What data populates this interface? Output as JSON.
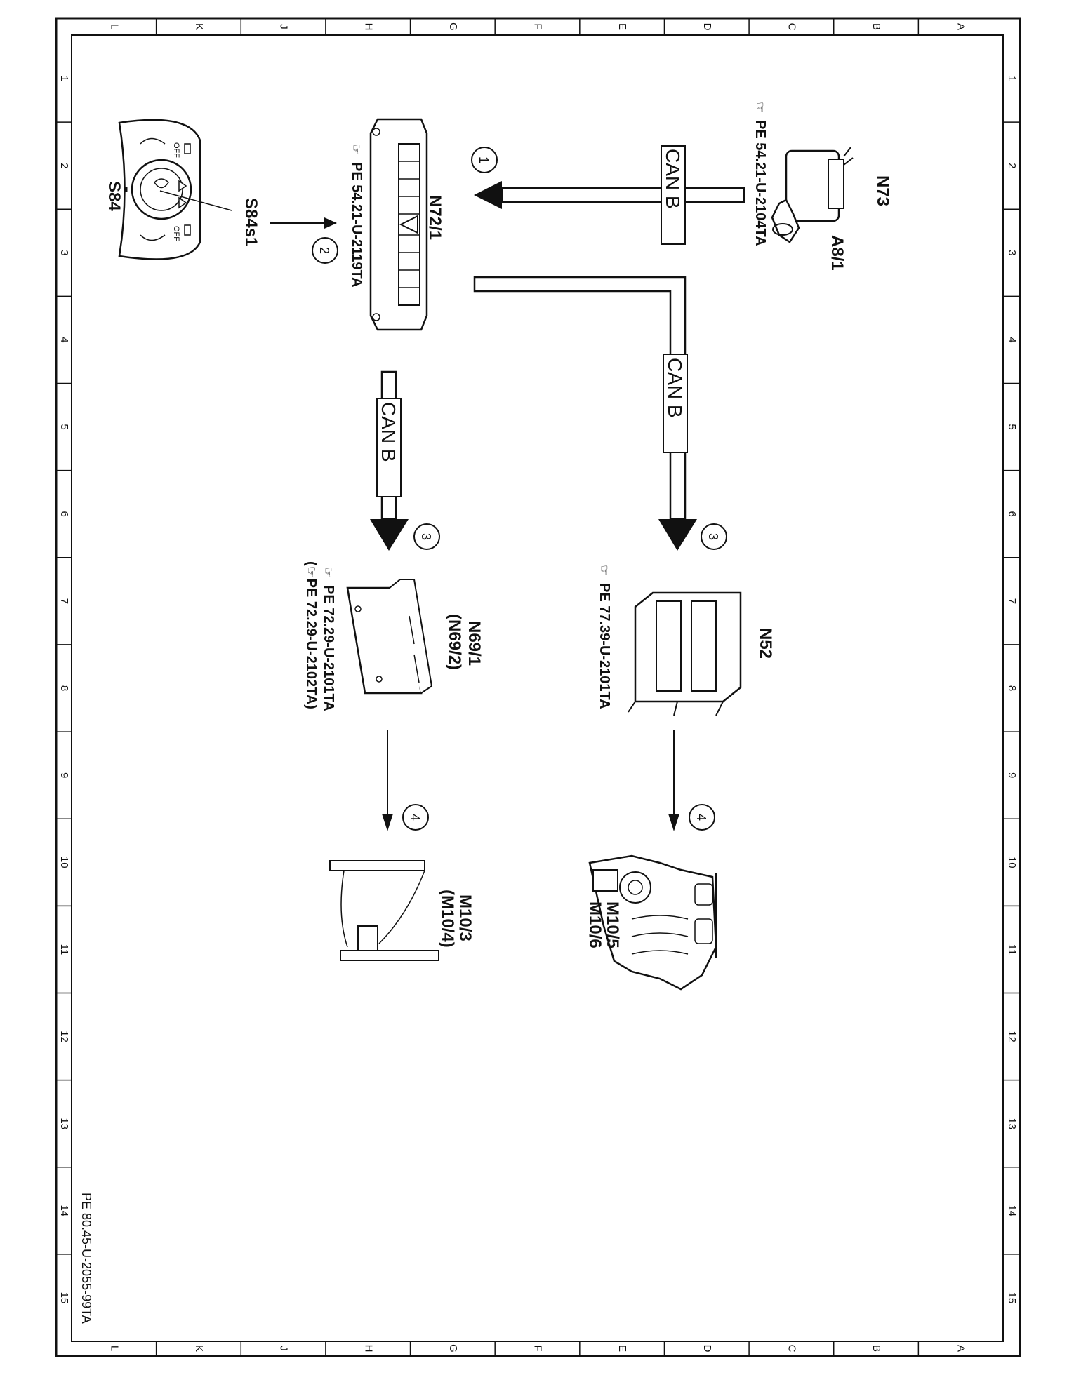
{
  "frame": {
    "column_letters": [
      "L",
      "K",
      "J",
      "H",
      "G",
      "F",
      "E",
      "D",
      "C",
      "B",
      "A"
    ],
    "row_numbers": [
      "1",
      "2",
      "3",
      "4",
      "5",
      "6",
      "7",
      "8",
      "9",
      "10",
      "11",
      "12",
      "13",
      "14",
      "15"
    ],
    "doc_code": "PE 80.45-U-2055-99TA"
  },
  "components": {
    "n73": {
      "label": "N73"
    },
    "a8_1": {
      "label": "A8/1",
      "ref": "PE 54.21-U-2104TA"
    },
    "n72_1": {
      "label": "N72/1",
      "ref": "PE 54.21-U-2119TA"
    },
    "s84": {
      "label": "S84",
      "switch_label": "S84s1",
      "off_label": "OFF"
    },
    "n52": {
      "label": "N52",
      "ref": "PE 77.39-U-2101TA"
    },
    "n69_1": {
      "label": "N69/1",
      "label_alt": "(N69/2)",
      "ref1": "PE 72.29-U-2101TA",
      "ref2": "(☞PE 72.29-U-2102TA)"
    },
    "m10_5": {
      "label1": "M10/5",
      "label2": "M10/6"
    },
    "m10_3": {
      "label1": "M10/3",
      "label2": "(M10/4)"
    }
  },
  "bus": {
    "can_label": "CAN B"
  },
  "steps": [
    "1",
    "2",
    "3",
    "3",
    "4",
    "4"
  ],
  "colors": {
    "line": "#111111",
    "background": "#ffffff"
  },
  "icons": {
    "reference": "pointing-hand-icon"
  }
}
